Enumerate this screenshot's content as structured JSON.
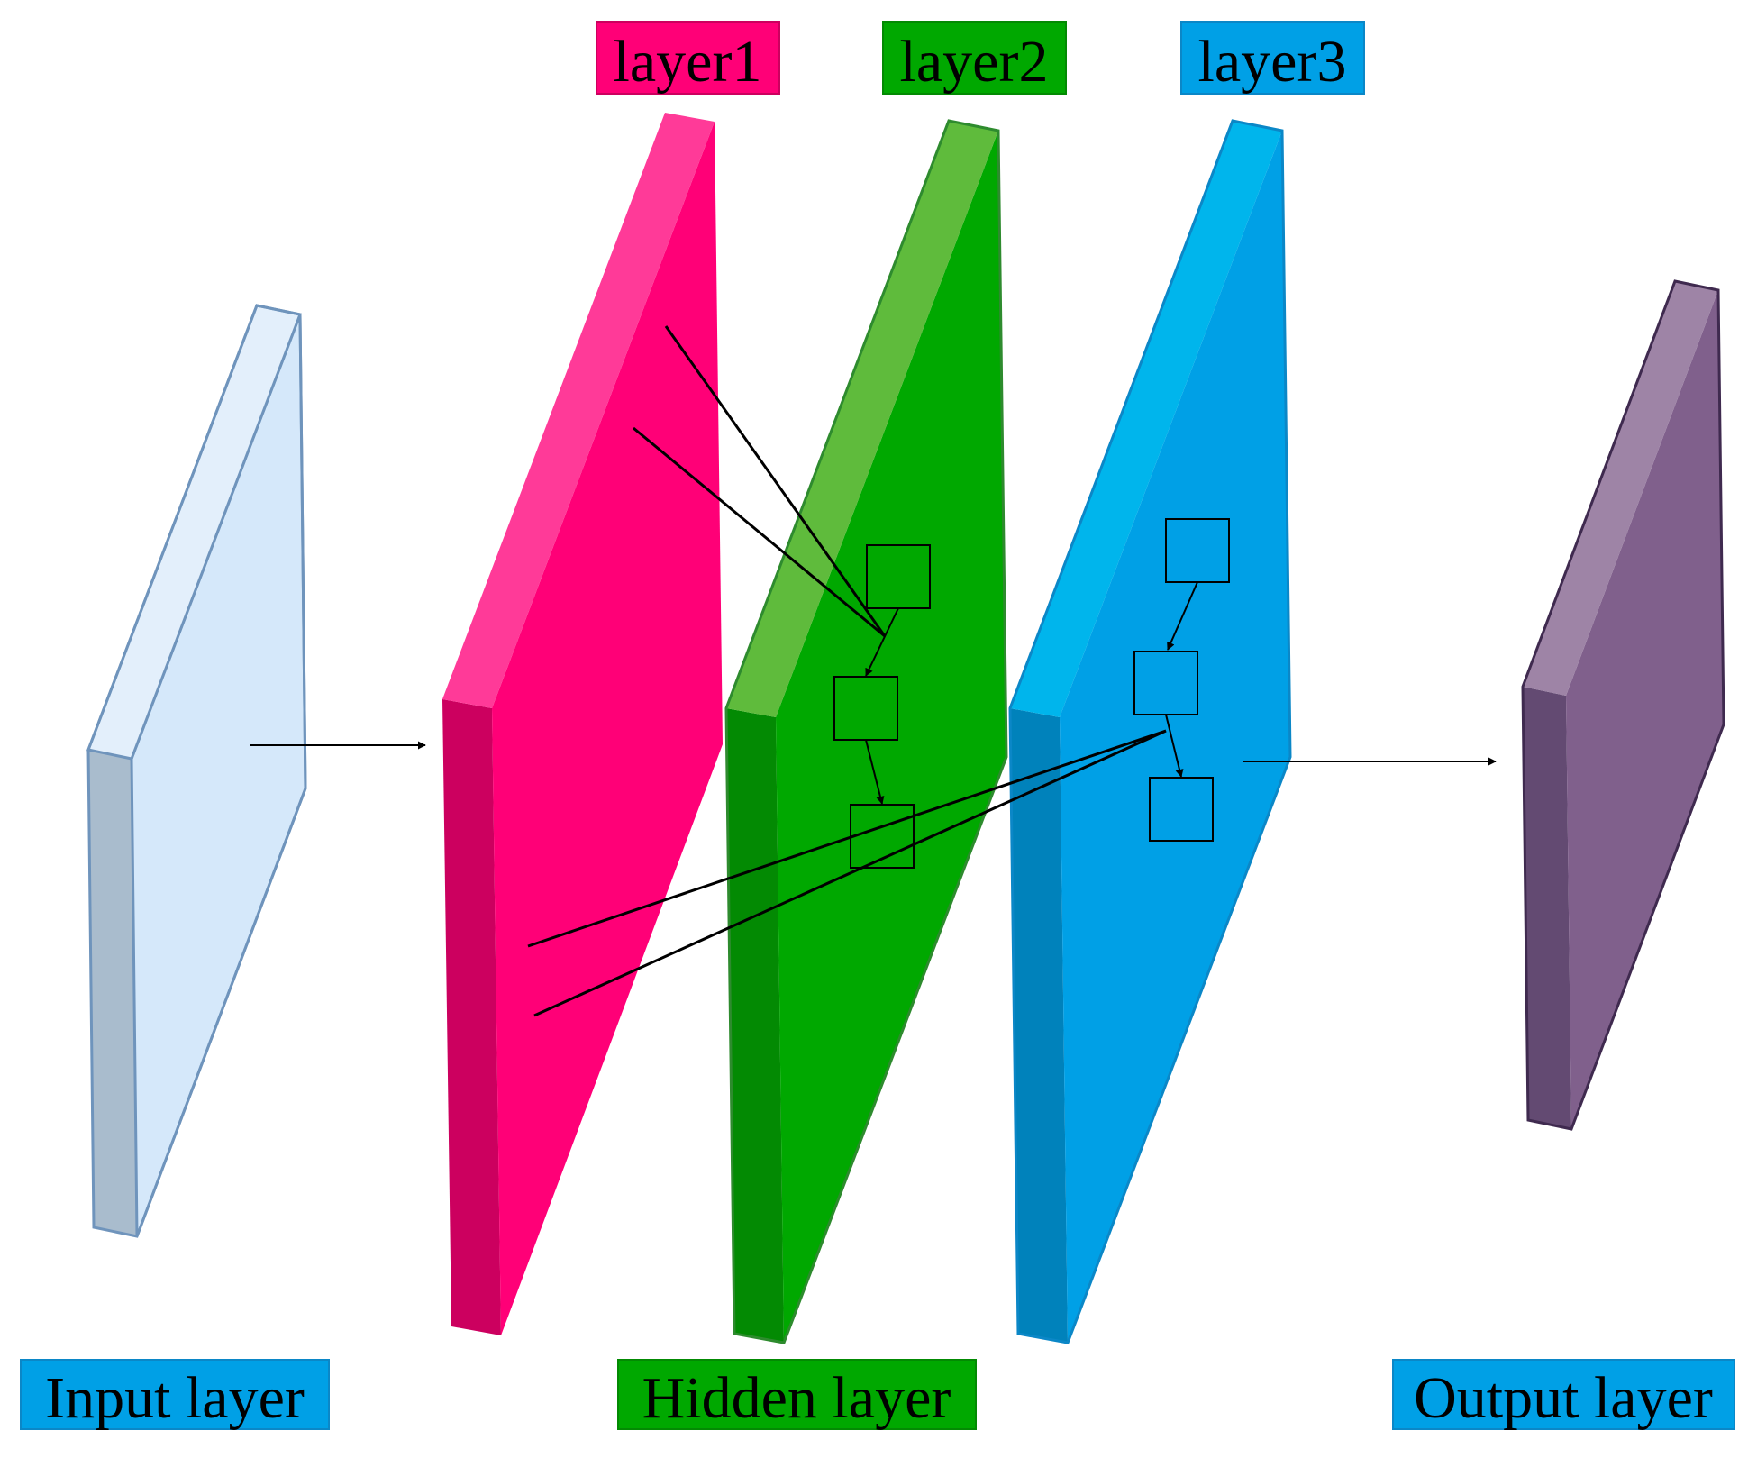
{
  "top_labels": {
    "layer1": "layer1",
    "layer2": "layer2",
    "layer3": "layer3"
  },
  "bottom_labels": {
    "input": "Input layer",
    "hidden": "Hidden layer",
    "output": "Output layer"
  },
  "colors": {
    "input_front": "#d5e8fa",
    "input_side": "#a9bccd",
    "input_edge": "#6f94bc",
    "layer1_front": "#ff0077",
    "layer1_side": "#cc005f",
    "layer1_highlight": "#ff3a98",
    "layer2_front": "#00a800",
    "layer2_side": "#038a03",
    "layer2_highlight": "#5fbb3c",
    "layer2_edge": "#2e8b2e",
    "layer3_front": "#00a0e6",
    "layer3_side": "#0082bb",
    "layer3_highlight": "#00b5ec",
    "output_front": "#80608c",
    "output_side": "#634a72",
    "output_highlight": "#9e84a6",
    "output_edge": "#3f2a4f",
    "label_blue": "#00a0e6",
    "label_pink": "#ff0077",
    "label_green": "#00a800"
  }
}
